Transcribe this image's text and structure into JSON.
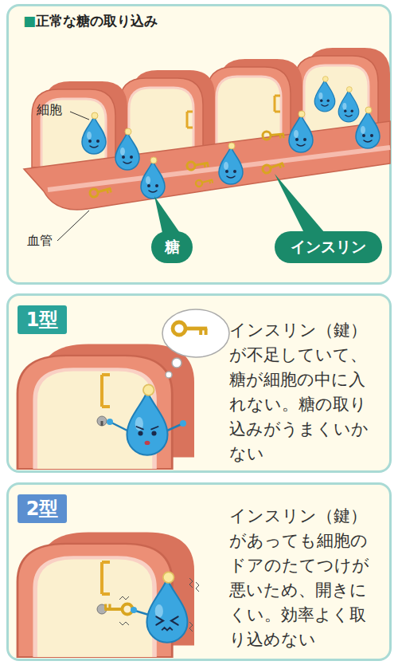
{
  "diagram": {
    "nodes": [
      {
        "text": [
          "■正常な糖の取り込み"
        ]
      },
      {
        "text": [
          "糖"
        ],
        "in": 0
      },
      {
        "text": [
          "インスリン"
        ],
        "in": 0
      },
      {
        "text": [
          "インスリン（鍵）が不足していて、糖が細胞の中に入れない。糖の取り込みがうまくいかない"
        ]
      },
      {
        "text": [
          "1型"
        ],
        "in": 3
      },
      {
        "text": [
          "インスリン（鍵）があっても細胞のドアのたてつけが悪いため、開きにくい。効率よく取り込めない"
        ]
      },
      {
        "text": [
          "2型"
        ],
        "in": 5
      }
    ],
    "labels": [
      "細胞",
      "血管"
    ]
  }
}
